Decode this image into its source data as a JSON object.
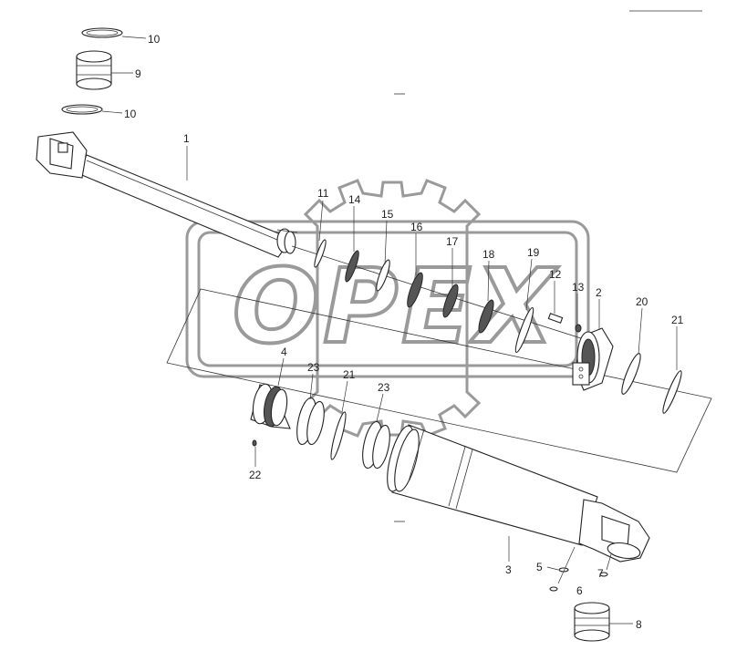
{
  "watermark": {
    "text": "OPEX"
  },
  "callouts": [
    {
      "id": "c-10a",
      "label": "10"
    },
    {
      "id": "c-9",
      "label": "9"
    },
    {
      "id": "c-10b",
      "label": "10"
    },
    {
      "id": "c-1",
      "label": "1"
    },
    {
      "id": "c-11",
      "label": "11"
    },
    {
      "id": "c-14",
      "label": "14"
    },
    {
      "id": "c-15",
      "label": "15"
    },
    {
      "id": "c-16",
      "label": "16"
    },
    {
      "id": "c-17",
      "label": "17"
    },
    {
      "id": "c-18",
      "label": "18"
    },
    {
      "id": "c-19",
      "label": "19"
    },
    {
      "id": "c-12",
      "label": "12"
    },
    {
      "id": "c-13",
      "label": "13"
    },
    {
      "id": "c-2",
      "label": "2"
    },
    {
      "id": "c-20",
      "label": "20"
    },
    {
      "id": "c-21a",
      "label": "21"
    },
    {
      "id": "c-4",
      "label": "4"
    },
    {
      "id": "c-23a",
      "label": "23"
    },
    {
      "id": "c-21b",
      "label": "21"
    },
    {
      "id": "c-23b",
      "label": "23"
    },
    {
      "id": "c-22",
      "label": "22"
    },
    {
      "id": "c-3",
      "label": "3"
    },
    {
      "id": "c-5",
      "label": "5"
    },
    {
      "id": "c-7",
      "label": "7"
    },
    {
      "id": "c-6",
      "label": "6"
    },
    {
      "id": "c-8",
      "label": "8"
    }
  ],
  "colors": {
    "line": "#222222",
    "watermark": "#9a9a9a",
    "background": "#ffffff"
  }
}
